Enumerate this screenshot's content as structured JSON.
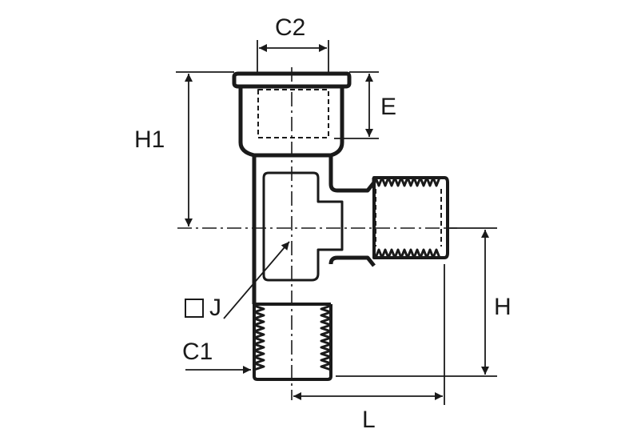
{
  "drawing": {
    "labels": {
      "c2": "C2",
      "e": "E",
      "h1": "H1",
      "h": "H",
      "j": "J",
      "c1": "C1",
      "l": "L"
    }
  }
}
